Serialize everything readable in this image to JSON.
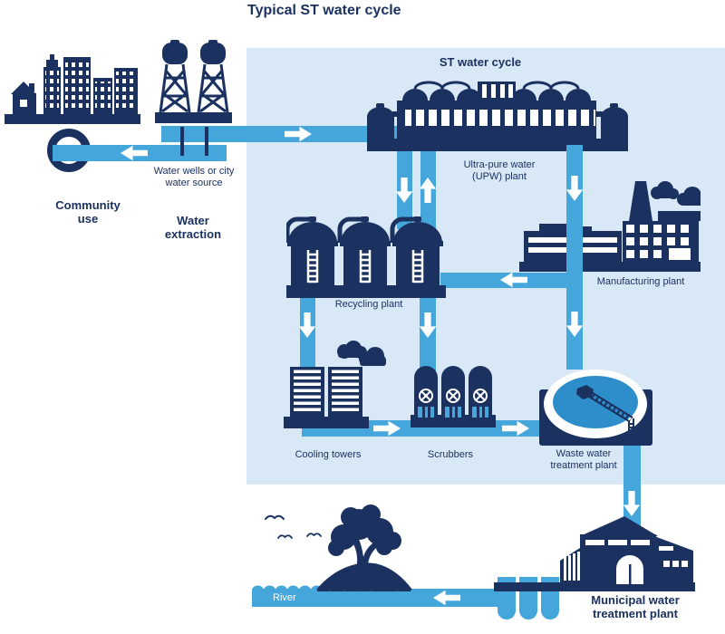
{
  "title": "Typical ST water cycle",
  "box_label": "ST water cycle",
  "labels": {
    "community": "Community use",
    "wells": "Water wells or city water source",
    "extraction": "Water extraction",
    "upw": "Ultra-pure water (UPW) plant",
    "manufacturing": "Manufacturing plant",
    "recycling": "Recycling plant",
    "cooling": "Cooling towers",
    "scrubbers": "Scrubbers",
    "wastewater": "Waste water treatment plant",
    "municipal": "Municipal water treatment plant",
    "river": "River"
  },
  "icons": {
    "community": "city-skyline-icon",
    "extraction": "water-towers-icon",
    "upw": "upw-plant-icon",
    "manufacturing": "factory-icon",
    "recycling": "storage-tanks-icon",
    "cooling": "cooling-towers-icon",
    "scrubbers": "scrubbers-icon",
    "wastewater": "clarifier-tank-icon",
    "municipal": "treatment-building-icon",
    "river": "river-icon",
    "tree": "tree-icon",
    "birds": "birds-icon",
    "clouds": "clouds-icon"
  },
  "flows": [
    {
      "from": "water-extraction",
      "to": "upw-plant",
      "direction": "right"
    },
    {
      "from": "water-extraction",
      "to": "community-use",
      "direction": "left"
    },
    {
      "from": "upw-plant",
      "to": "recycling-plant",
      "direction": "down"
    },
    {
      "from": "recycling-plant",
      "to": "upw-plant",
      "direction": "up"
    },
    {
      "from": "upw-plant",
      "to": "manufacturing-plant",
      "direction": "down"
    },
    {
      "from": "manufacturing-plant",
      "to": "recycling-plant",
      "direction": "left"
    },
    {
      "from": "recycling-plant",
      "to": "cooling-towers",
      "direction": "down"
    },
    {
      "from": "recycling-plant",
      "to": "scrubbers",
      "direction": "down"
    },
    {
      "from": "manufacturing-plant",
      "to": "waste-water-treatment-plant",
      "direction": "down"
    },
    {
      "from": "cooling-towers",
      "to": "scrubbers",
      "direction": "right"
    },
    {
      "from": "scrubbers",
      "to": "waste-water-treatment-plant",
      "direction": "right"
    },
    {
      "from": "waste-water-treatment-plant",
      "to": "municipal-water-treatment-plant",
      "direction": "down"
    },
    {
      "from": "municipal-water-treatment-plant",
      "to": "river",
      "direction": "left"
    }
  ],
  "colors": {
    "navy": "#1b3160",
    "pipe_blue": "#45a6db",
    "box_background": "#d8e8f6",
    "clarifier_water": "#2e8ec9",
    "arrow_white": "#ffffff"
  }
}
